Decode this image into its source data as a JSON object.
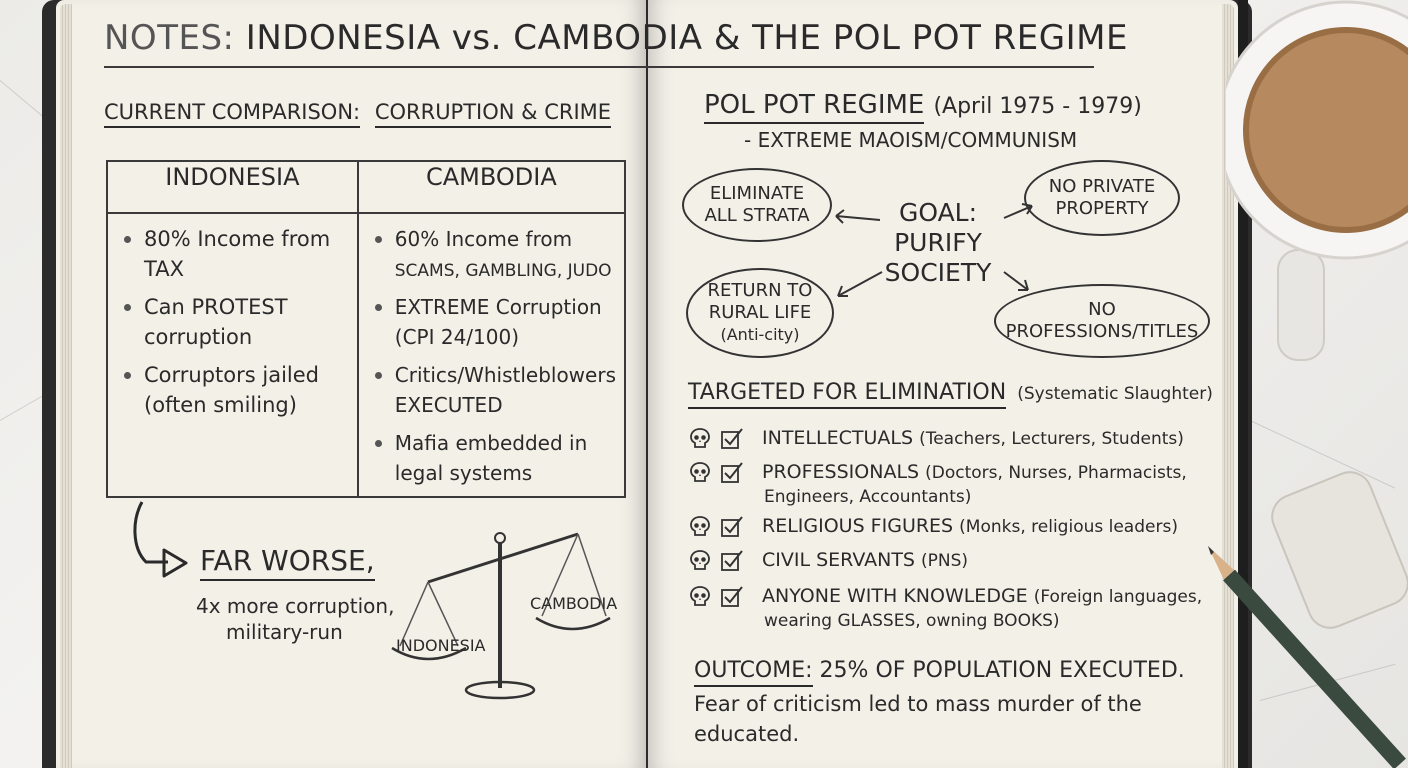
{
  "title": {
    "lead": "NOTES:",
    "main": "INDONESIA vs. CAMBODIA & THE POL POT REGIME"
  },
  "comparison": {
    "heading_left": "CURRENT COMPARISON:",
    "heading_right": "CORRUPTION & CRIME",
    "columns": [
      "INDONESIA",
      "CAMBODIA"
    ],
    "indonesia": [
      "80% Income from TAX",
      "Can PROTEST corruption",
      "Corruptors jailed (often smiling)"
    ],
    "cambodia": [
      "60% Income from",
      "SCAMS, GAMBLING, JUDO",
      "EXTREME Corruption (CPI 24/100)",
      "Critics/Whistleblowers EXECUTED",
      "Mafia embedded in legal systems"
    ]
  },
  "verdict": {
    "headline": "FAR WORSE,",
    "line1": "4x more corruption,",
    "line2": "military-run"
  },
  "scale": {
    "left_pan": "INDONESIA",
    "right_pan": "CAMBODIA"
  },
  "regime": {
    "title": "POL POT REGIME",
    "dates": "(April 1975 - 1979)",
    "subtitle": "- EXTREME MAOISM/COMMUNISM",
    "goal": [
      "GOAL:",
      "PURIFY",
      "SOCIETY"
    ],
    "bubbles": {
      "strata": [
        "ELIMINATE",
        "ALL STRATA"
      ],
      "property": [
        "NO PRIVATE",
        "PROPERTY"
      ],
      "rural": [
        "RETURN TO",
        "RURAL LIFE",
        "(Anti-city)"
      ],
      "professions": [
        "NO",
        "PROFESSIONS/TITLES"
      ]
    }
  },
  "targeted": {
    "heading": "TARGETED FOR ELIMINATION",
    "note": "(Systematic Slaughter)",
    "items": [
      {
        "label": "INTELLECTUALS",
        "detail": "(Teachers, Lecturers, Students)",
        "cont": ""
      },
      {
        "label": "PROFESSIONALS",
        "detail": "(Doctors, Nurses, Pharmacists,",
        "cont": "Engineers, Accountants)"
      },
      {
        "label": "RELIGIOUS FIGURES",
        "detail": "(Monks, religious leaders)",
        "cont": ""
      },
      {
        "label": "CIVIL SERVANTS",
        "detail": "(PNS)",
        "cont": ""
      },
      {
        "label": "ANYONE WITH KNOWLEDGE",
        "detail": "(Foreign languages,",
        "cont": "wearing GLASSES, owning BOOKS)"
      }
    ]
  },
  "outcome": {
    "label": "OUTCOME:",
    "text": "25% OF POPULATION EXECUTED.",
    "line1": "Fear of criticism led to mass murder of the",
    "line2": "educated."
  },
  "colors": {
    "page": "#f3f0e8",
    "ink": "#2a2a2a",
    "cover": "#2b2b2b",
    "coffee": "#b7895e"
  }
}
